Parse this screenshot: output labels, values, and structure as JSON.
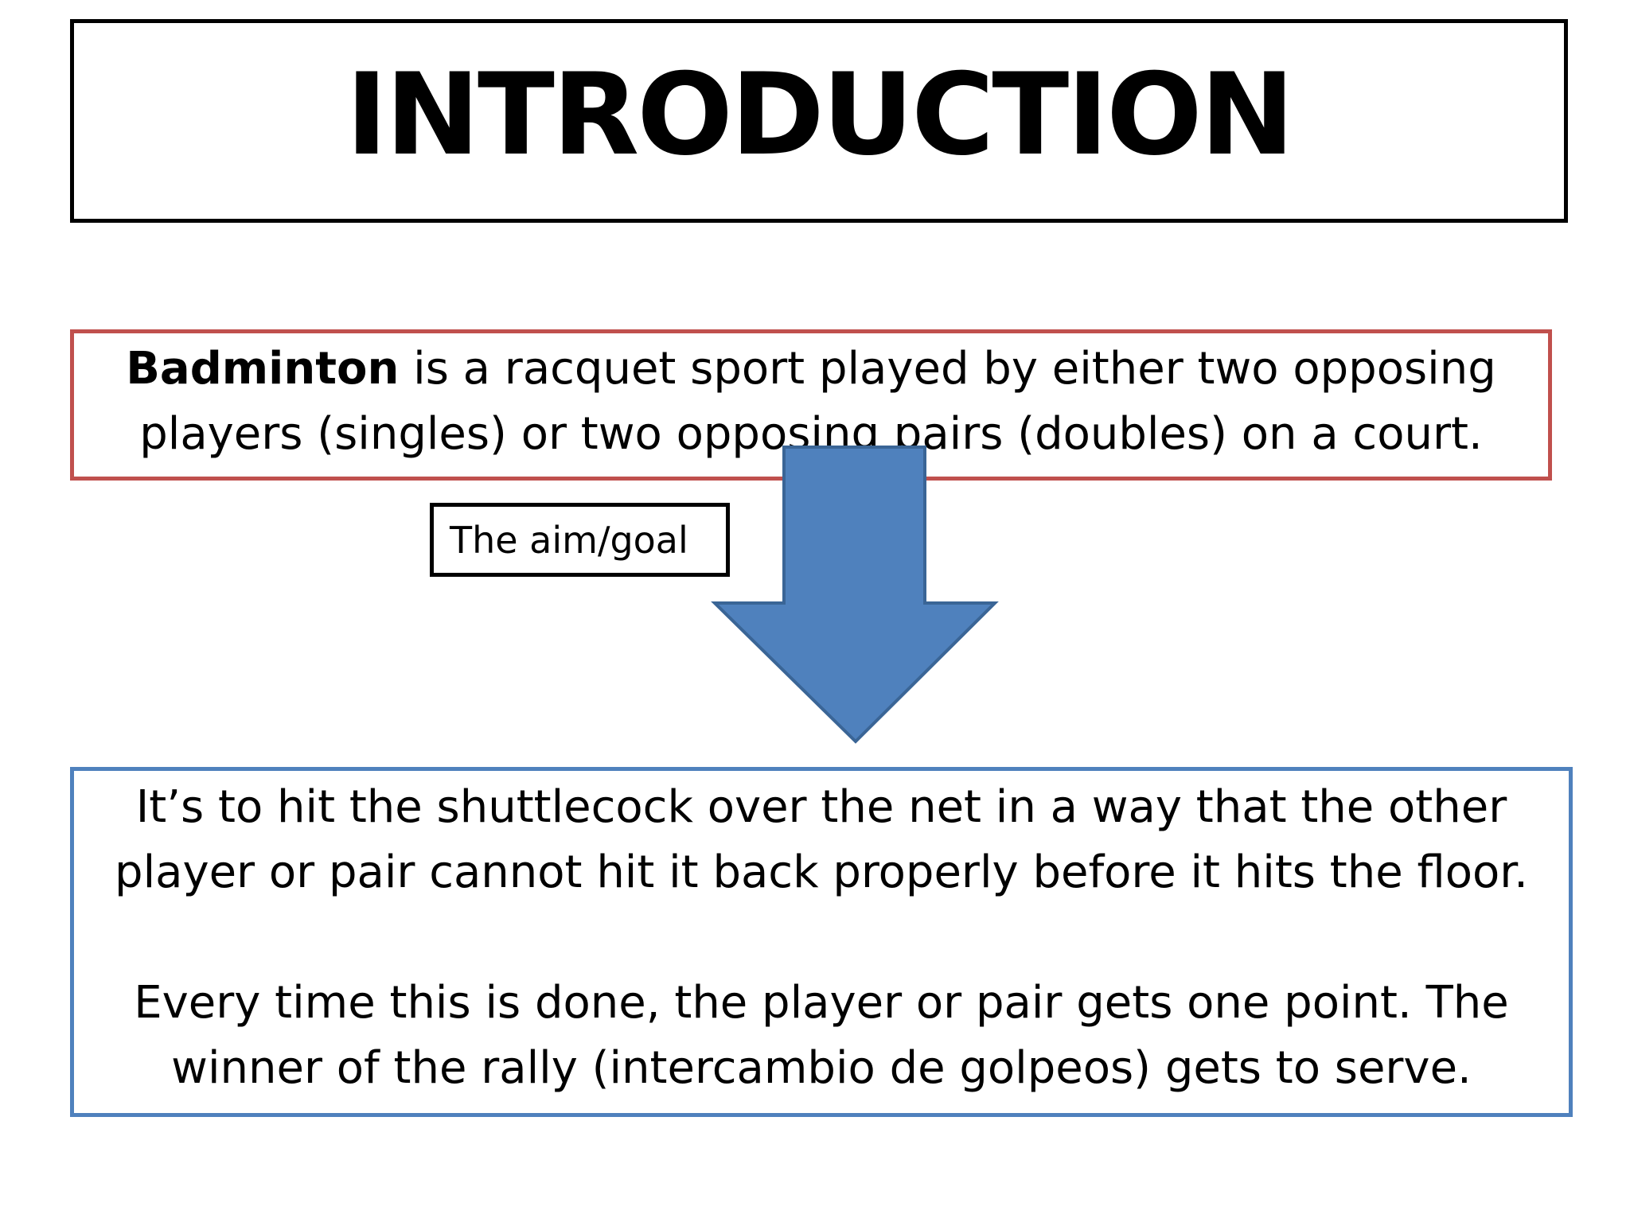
{
  "slide": {
    "title": "INTRODUCTION",
    "definition": {
      "term": "Badminton",
      "line1_rest": " is a racquet sport played by either two opposing",
      "line2": "players (singles) or two opposing pairs (doubles) on a court."
    },
    "aim_label": "The aim/goal",
    "goal": {
      "paragraph1_line1": "It’s to hit the shuttlecock over the net in a way that the other",
      "paragraph1_line2": "player or pair cannot hit it back properly before it hits the floor.",
      "paragraph2_line1": "Every time this is done, the player or pair gets one point. The",
      "paragraph2_line2": "winner of the rally (intercambio de golpeos) gets to serve."
    }
  },
  "colors": {
    "definition_border": "#c0504d",
    "goal_border": "#4f81bd",
    "arrow_fill": "#4f81bd",
    "arrow_stroke": "#3a6596"
  },
  "icons": {
    "arrow": "down-arrow-icon"
  }
}
